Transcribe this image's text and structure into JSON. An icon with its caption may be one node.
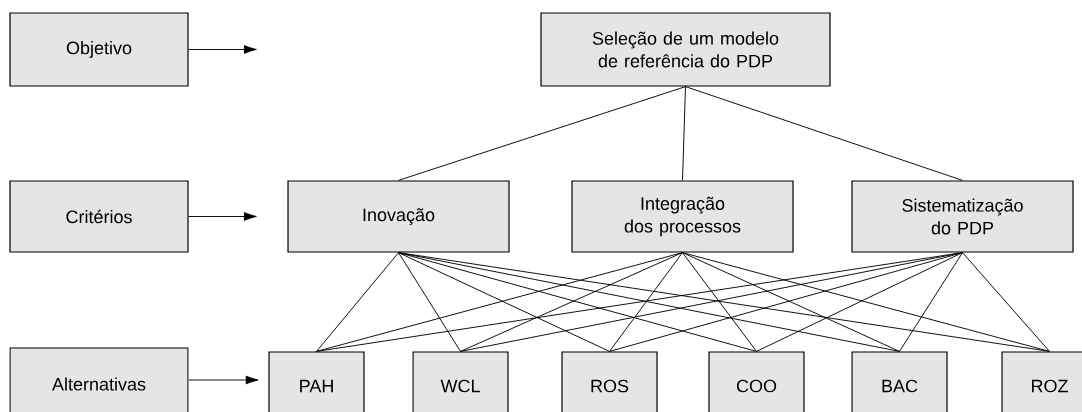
{
  "diagram": {
    "nodes": [
      {
        "text": [
          "Objetivo"
        ]
      },
      {
        "text": [
          "Seleção de um modelo de referência do PDP"
        ]
      },
      {
        "text": [
          "Critérios"
        ]
      },
      {
        "text": [
          "Inovação"
        ]
      },
      {
        "text": [
          "Integração dos processos"
        ]
      },
      {
        "text": [
          "Sistematização do PDP"
        ]
      },
      {
        "text": [
          "Alternativas"
        ]
      },
      {
        "text": [
          "PAH"
        ]
      },
      {
        "text": [
          "WCL"
        ]
      },
      {
        "text": [
          "ROS"
        ]
      },
      {
        "text": [
          "COO"
        ]
      },
      {
        "text": [
          "BAC"
        ]
      },
      {
        "text": [
          "ROZ"
        ]
      }
    ],
    "edges": [
      {
        "from": 0,
        "to": null,
        "arrow": "to"
      },
      {
        "from": 2,
        "to": null,
        "arrow": "to"
      },
      {
        "from": 6,
        "to": 7,
        "arrow": "to"
      },
      {
        "from": 1,
        "to": 3,
        "arrow": "none"
      },
      {
        "from": 1,
        "to": 4,
        "arrow": "none"
      },
      {
        "from": 1,
        "to": 5,
        "arrow": "none"
      },
      {
        "from": 3,
        "to": 7,
        "arrow": "none"
      },
      {
        "from": 3,
        "to": 8,
        "arrow": "none"
      },
      {
        "from": 3,
        "to": 9,
        "arrow": "none"
      },
      {
        "from": 3,
        "to": 10,
        "arrow": "none"
      },
      {
        "from": 3,
        "to": 11,
        "arrow": "none"
      },
      {
        "from": 3,
        "to": 12,
        "arrow": "none"
      },
      {
        "from": 4,
        "to": 7,
        "arrow": "none"
      },
      {
        "from": 4,
        "to": 8,
        "arrow": "none"
      },
      {
        "from": 4,
        "to": 9,
        "arrow": "none"
      },
      {
        "from": 4,
        "to": 10,
        "arrow": "none"
      },
      {
        "from": 4,
        "to": 11,
        "arrow": "none"
      },
      {
        "from": 4,
        "to": 12,
        "arrow": "none"
      },
      {
        "from": 5,
        "to": 7,
        "arrow": "none"
      },
      {
        "from": 5,
        "to": 8,
        "arrow": "none"
      },
      {
        "from": 5,
        "to": 9,
        "arrow": "none"
      },
      {
        "from": 5,
        "to": 10,
        "arrow": "none"
      },
      {
        "from": 5,
        "to": 11,
        "arrow": "none"
      },
      {
        "from": 5,
        "to": 12,
        "arrow": "none"
      }
    ]
  }
}
